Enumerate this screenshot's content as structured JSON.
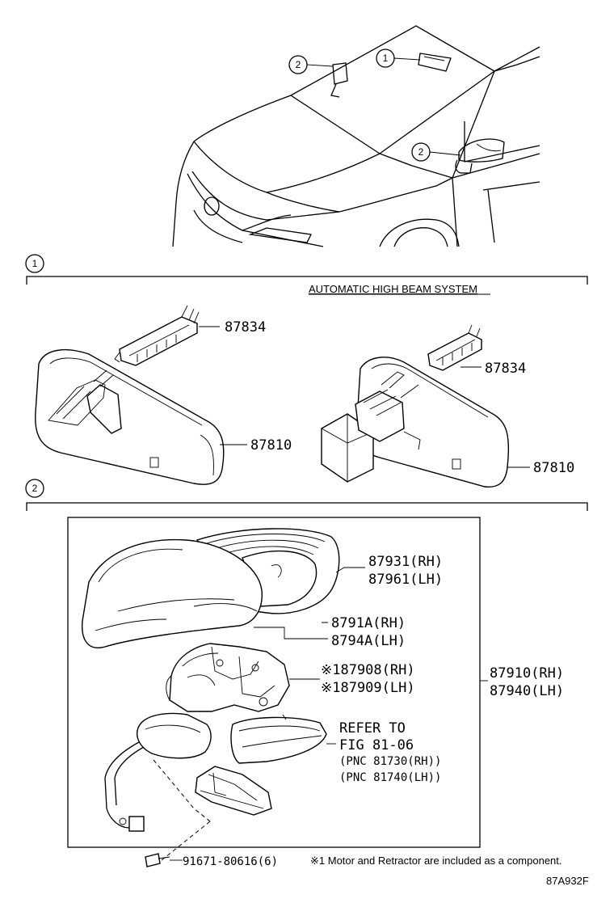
{
  "section_title": "AUTOMATIC HIGH BEAM SYSTEM",
  "callouts": {
    "one": "1",
    "two": "2"
  },
  "parts": {
    "p87834a": "87834",
    "p87834b": "87834",
    "p87810a": "87810",
    "p87810b": "87810",
    "p87931": "87931(RH)",
    "p87961": "87961(LH)",
    "p8791A": "8791A(RH)",
    "p8794A": "8794A(LH)",
    "p87908": "※187908(RH)",
    "p87909": "※187909(LH)",
    "p87910": "87910(RH)",
    "p87940": "87940(LH)",
    "p91671": "91671-80616(6)"
  },
  "refer": {
    "line1": "REFER TO",
    "line2": "FIG 81-06",
    "line3": "(PNC 81730(RH))",
    "line4": "(PNC 81740(LH))"
  },
  "footnote": "※1 Motor and Retractor are included as a component.",
  "figure_code": "87A932F"
}
